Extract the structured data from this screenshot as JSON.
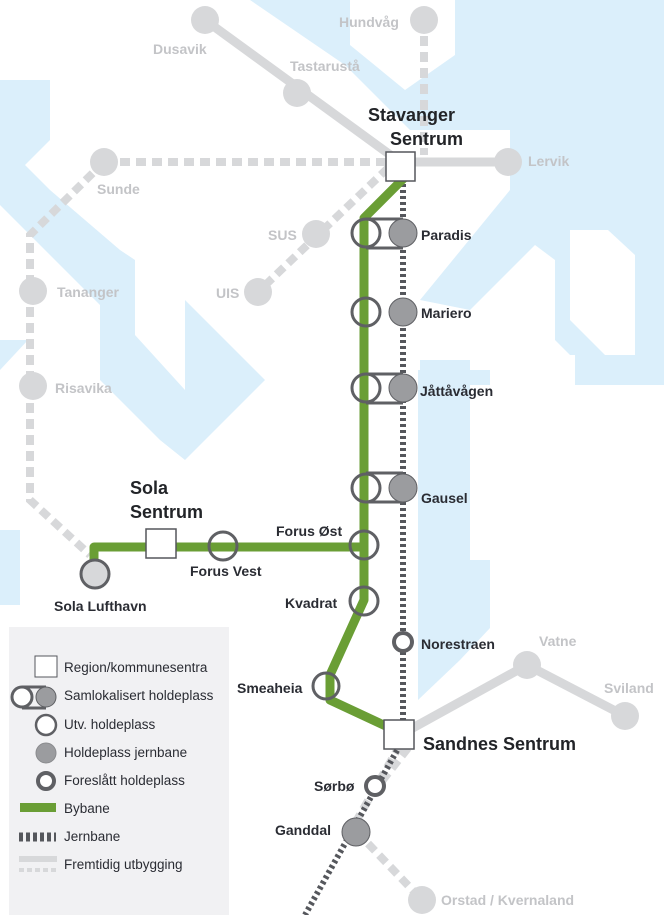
{
  "colors": {
    "water": "#dbeffb",
    "land": "#ffffff",
    "bybane": "#6a9e35",
    "jernbane": "#55575c",
    "future": "#d7d8da",
    "station_fill_rail": "#9b9c9f",
    "stop_outline": "#5f6064",
    "legend_bg": "#f1f1f3"
  },
  "regional_centres": {
    "stavanger": {
      "line1": "Stavanger",
      "line2": "Sentrum"
    },
    "sola": {
      "line1": "Sola",
      "line2": "Sentrum"
    },
    "sandnes": {
      "label": "Sandnes Sentrum"
    }
  },
  "stops": {
    "paradis": "Paradis",
    "mariero": "Mariero",
    "jattavagen": "Jåttåvågen",
    "gausel": "Gausel",
    "forus_ost": "Forus Øst",
    "forus_vest": "Forus Vest",
    "kvadrat": "Kvadrat",
    "norestraen": "Norestraen",
    "smeaheia": "Smeaheia",
    "sorbo": "Sørbø",
    "ganddal": "Ganddal",
    "sola_lufthavn": "Sola Lufthavn"
  },
  "future_stops": {
    "dusavik": "Dusavik",
    "tastarusta": "Tastarustå",
    "hundvag": "Hundvåg",
    "lervik": "Lervik",
    "sunde": "Sunde",
    "sus": "SUS",
    "uis": "UIS",
    "tananger": "Tananger",
    "risavika": "Risavika",
    "vatne": "Vatne",
    "sviland": "Sviland",
    "orstad": "Orstad / Kvernaland"
  },
  "legend": {
    "items": [
      {
        "symbol": "square",
        "label": "Region/kommunesentra"
      },
      {
        "symbol": "colocated",
        "label": "Samlokalisert holdeplass"
      },
      {
        "symbol": "open-circle",
        "label": "Utv. holdeplass"
      },
      {
        "symbol": "filled-circle",
        "label": "Holdeplass jernbane"
      },
      {
        "symbol": "thick-open-circle",
        "label": "Foreslått holdeplass"
      },
      {
        "symbol": "green-bar",
        "label": "Bybane"
      },
      {
        "symbol": "dashed-dark-bar",
        "label": "Jernbane"
      },
      {
        "symbol": "grey-bars",
        "label": "Fremtidig utbygging"
      }
    ]
  }
}
